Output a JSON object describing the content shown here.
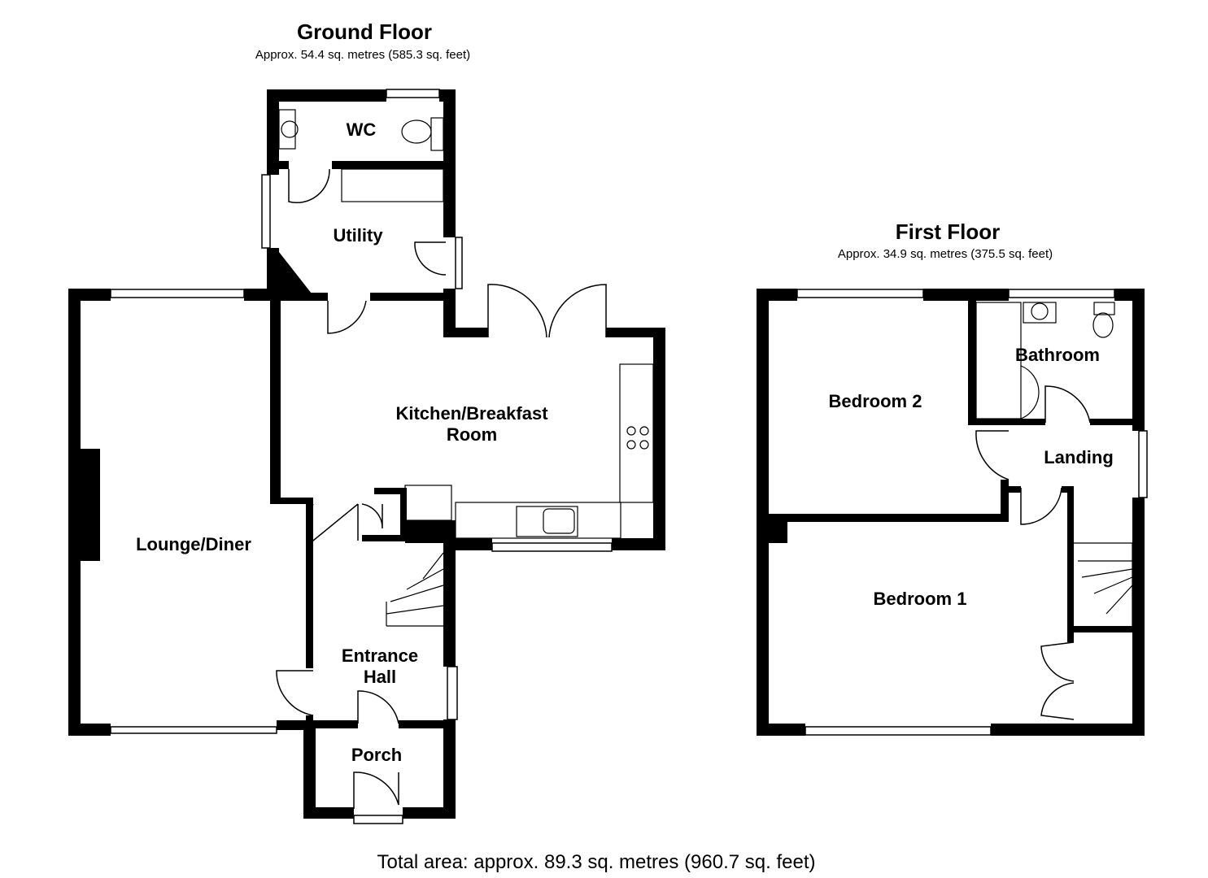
{
  "ground_floor": {
    "title": "Ground Floor",
    "area": "Approx. 54.4 sq. metres (585.3 sq. feet)",
    "rooms": {
      "wc": "WC",
      "utility": "Utility",
      "kitchen_line1": "Kitchen/Breakfast",
      "kitchen_line2": "Room",
      "lounge": "Lounge/Diner",
      "hall_line1": "Entrance",
      "hall_line2": "Hall",
      "porch": "Porch"
    }
  },
  "first_floor": {
    "title": "First Floor",
    "area": "Approx. 34.9 sq. metres (375.5 sq. feet)",
    "rooms": {
      "bedroom2": "Bedroom 2",
      "bathroom": "Bathroom",
      "landing": "Landing",
      "bedroom1": "Bedroom 1"
    }
  },
  "total_area": "Total area: approx. 89.3 sq. metres (960.7 sq. feet)",
  "colors": {
    "wall": "#000000",
    "background": "#ffffff"
  }
}
